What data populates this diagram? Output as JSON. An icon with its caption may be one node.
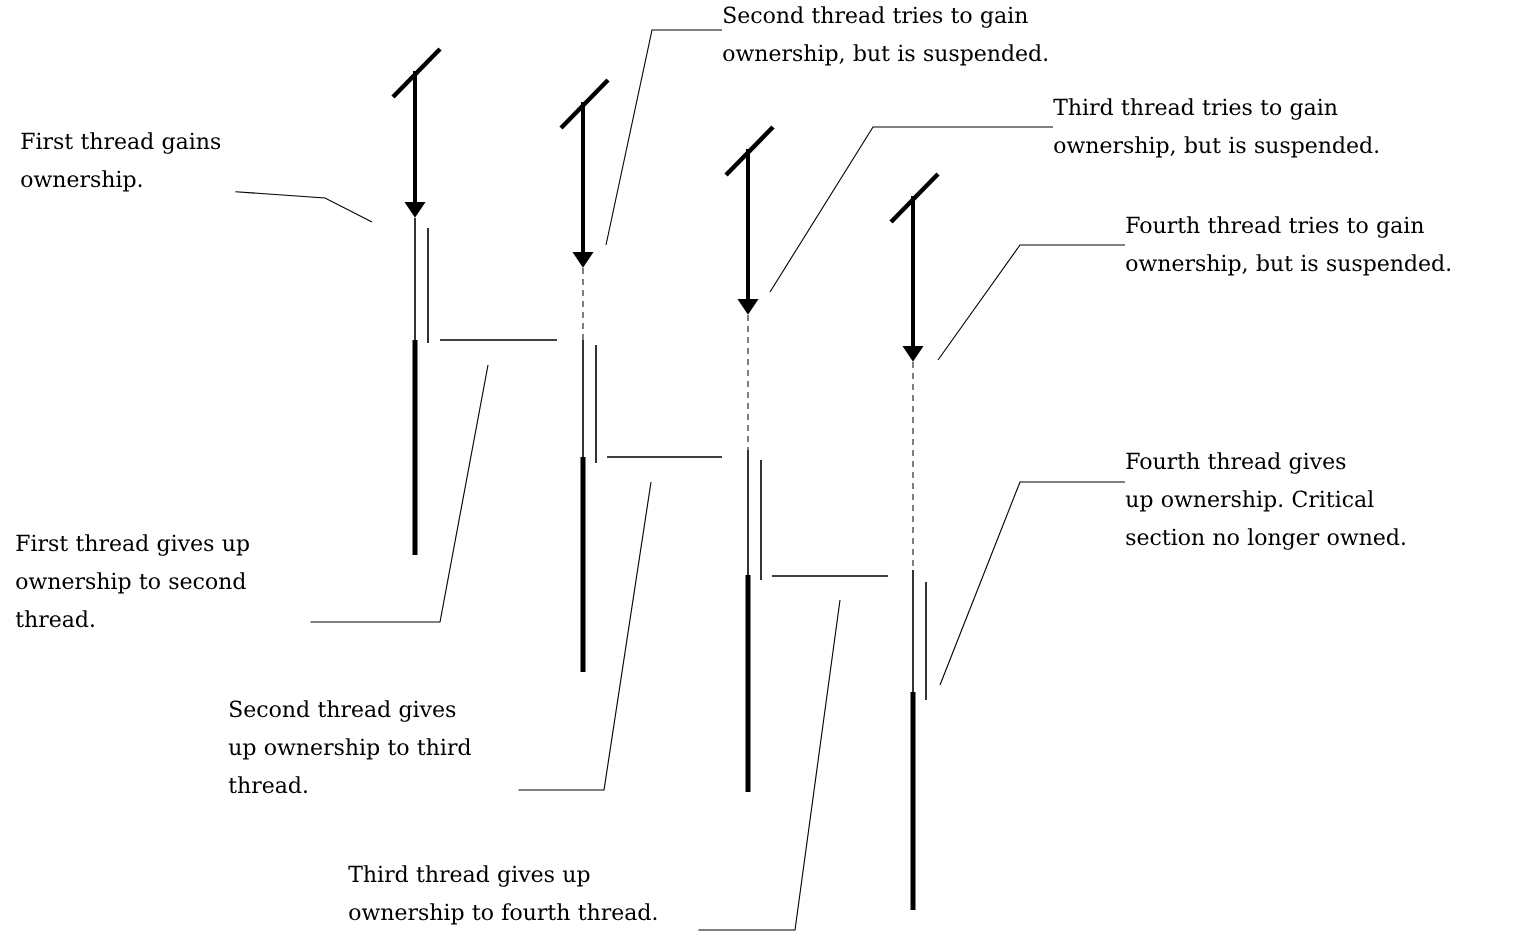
{
  "diagram": {
    "nodes": [
      {
        "text": [
          "First thread gains ownership."
        ]
      },
      {
        "text": [
          "Second thread tries to gain ownership, but is suspended."
        ]
      },
      {
        "text": [
          "Third thread tries to gain ownership, but is suspended."
        ]
      },
      {
        "text": [
          "Fourth thread tries to gain ownership, but is suspended."
        ]
      },
      {
        "text": [
          "First thread gives up ownership to second thread."
        ]
      },
      {
        "text": [
          "Second thread gives up ownership to third thread."
        ]
      },
      {
        "text": [
          "Third thread gives up ownership to fourth thread."
        ]
      },
      {
        "text": [
          "Fourth thread gives up ownership. Critical section no longer owned."
        ]
      }
    ],
    "edges": [
      {
        "from": 0,
        "to": null,
        "arrow": "none"
      },
      {
        "from": 1,
        "to": null,
        "arrow": "none"
      },
      {
        "from": 2,
        "to": null,
        "arrow": "none"
      },
      {
        "from": 3,
        "to": null,
        "arrow": "none"
      },
      {
        "from": 4,
        "to": null,
        "arrow": "none"
      },
      {
        "from": 5,
        "to": null,
        "arrow": "none"
      },
      {
        "from": 6,
        "to": null,
        "arrow": "none"
      },
      {
        "from": 7,
        "to": null,
        "arrow": "none"
      }
    ]
  }
}
